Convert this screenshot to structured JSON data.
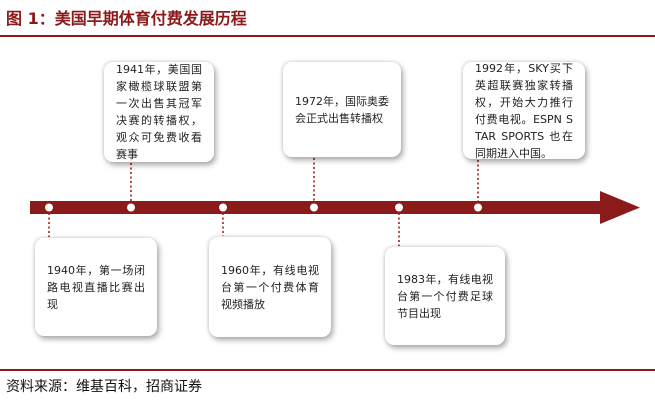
{
  "header": {
    "title": "图 1：美国早期体育付费发展历程"
  },
  "colors": {
    "accent": "#8b1a1a",
    "dot_line": "#a01e1e"
  },
  "timeline": {
    "events": [
      {
        "id": "1940",
        "text": "1940年，第一场闭路电视直播比赛出现",
        "side": "below"
      },
      {
        "id": "1941",
        "text": "1941年，美国国家橄榄球联盟第一次出售其冠军决赛的转播权，观众可免费收看赛事",
        "side": "above"
      },
      {
        "id": "1960",
        "text": "1960年，有线电视台第一个付费体育视频播放",
        "side": "below"
      },
      {
        "id": "1972",
        "text": "1972年，国际奥委会正式出售转播权",
        "side": "above"
      },
      {
        "id": "1983",
        "text": "1983年，有线电视台第一个付费足球节目出现",
        "side": "below"
      },
      {
        "id": "1992",
        "text": "1992年，SKY买下英超联赛独家转播权，开始大力推行付费电视。ESPN STAR SPORTS 也在同期进入中国。",
        "side": "above"
      }
    ]
  },
  "footer": {
    "source": "资料来源：维基百科，招商证券"
  }
}
